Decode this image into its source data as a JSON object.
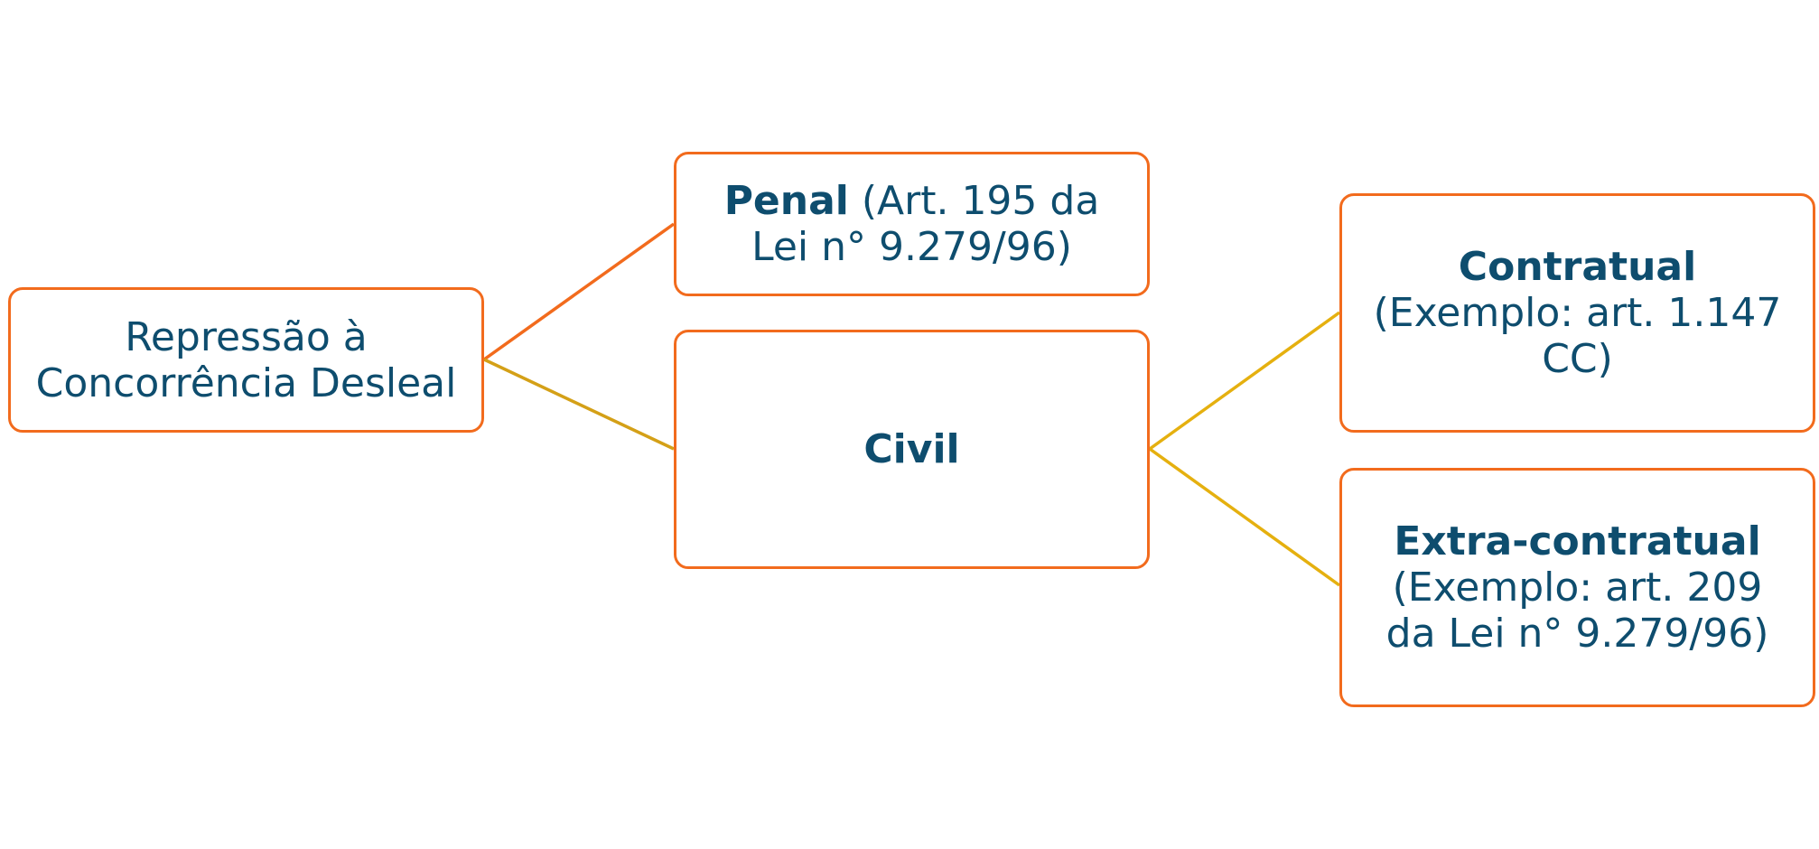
{
  "diagram": {
    "colors": {
      "box_border": "#F26B1D",
      "text": "#0E4D6E",
      "line_root_penal": "#F26B1D",
      "line_root_civil": "#D4A017",
      "line_civil_children": "#E5B00F"
    },
    "root": {
      "line1": "Repressão à",
      "line2": "Concorrência Desleal"
    },
    "penal": {
      "bold": "Penal",
      "rest_line1": " (Art. 195 da",
      "line2": "Lei n° 9.279/96)"
    },
    "civil": {
      "bold": "Civil"
    },
    "contratual": {
      "bold": "Contratual",
      "line2": "(Exemplo: art. 1.147",
      "line3": "CC)"
    },
    "extracontratual": {
      "bold": "Extra-contratual",
      "line2": "(Exemplo: art. 209",
      "line3": "da Lei n° 9.279/96)"
    }
  }
}
